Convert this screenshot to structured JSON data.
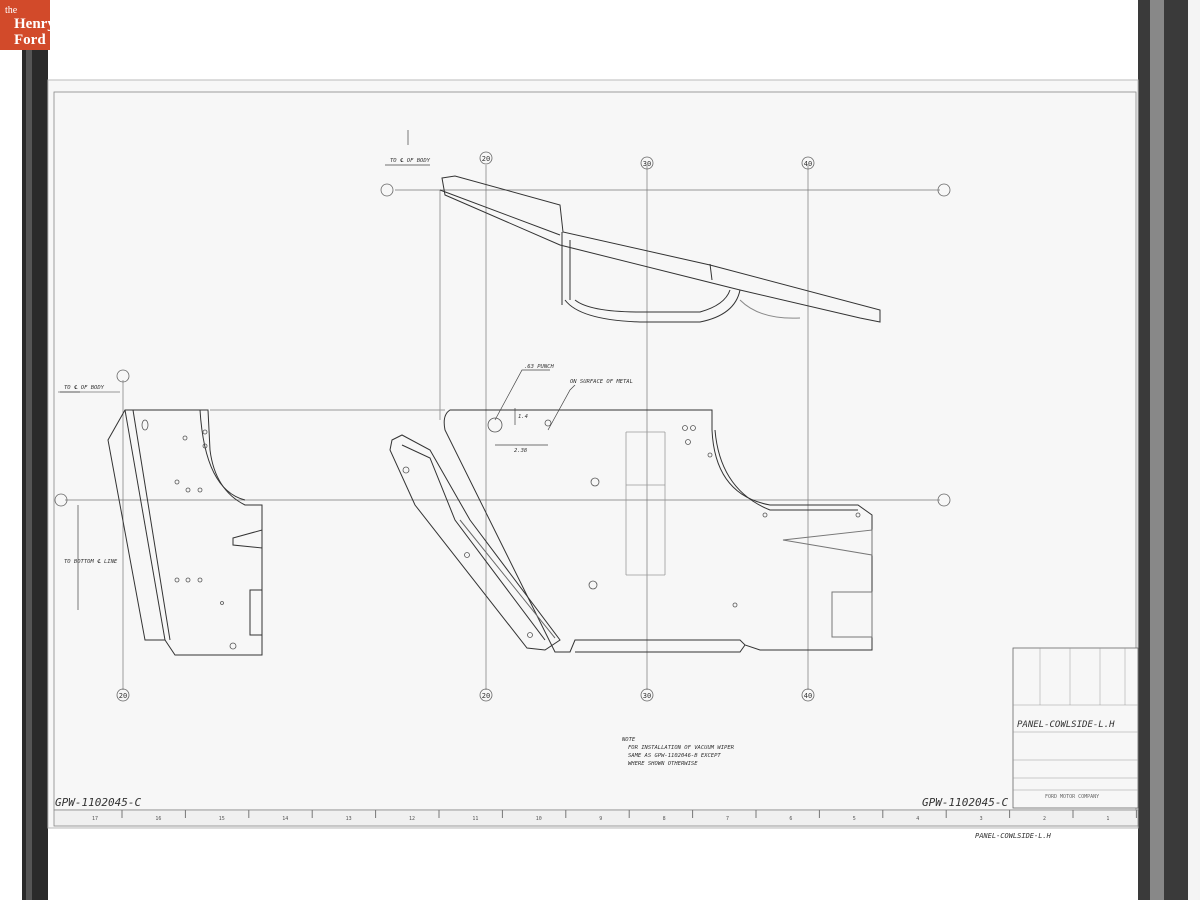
{
  "logo": {
    "line1": "the",
    "line2": "Henry",
    "line3": "Ford"
  },
  "drawing": {
    "number_left": "GPW-1102045-C",
    "number_right": "GPW-1102045-C",
    "title": "PANEL-COWLSIDE-L.H",
    "back_title": "PANEL-COWLSIDE-L.H",
    "company": "FORD MOTOR COMPANY",
    "note": {
      "heading": "NOTE",
      "lines": [
        "FOR INSTALLATION OF VACUUM WIPER",
        "SAME AS GPW-1102046-B EXCEPT",
        "WHERE SHOWN OTHERWISE"
      ]
    },
    "labels": {
      "to_body_top": "TO ℄ OF BODY",
      "to_body_left": "TO ℄ OF BODY",
      "to_bottom": "TO BOTTOM ℄ LINE",
      "punch": ".63 PUNCH",
      "surface": "ON SURFACE OF METAL",
      "dim_1": "2.38",
      "dim_2": "1.4"
    },
    "grid_top": [
      "20",
      "30",
      "40"
    ],
    "grid_bottom": [
      "20",
      "20",
      "30",
      "40"
    ],
    "ruler": [
      "17",
      "16",
      "15",
      "14",
      "13",
      "12",
      "11",
      "10",
      "9",
      "8",
      "7",
      "6",
      "5",
      "4",
      "3",
      "2",
      "1"
    ]
  }
}
